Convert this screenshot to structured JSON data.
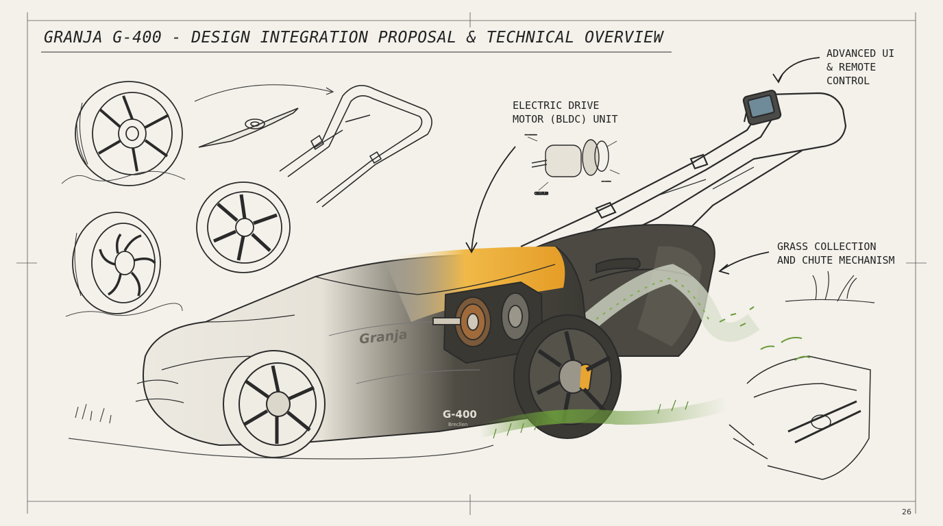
{
  "title": "GRANJA G-400 - DESIGN INTEGRATION PROPOSAL & TECHNICAL OVERVIEW",
  "callouts": {
    "ui": [
      "ADVANCED UI",
      "& REMOTE",
      "CONTROL"
    ],
    "motor": [
      "ELECTRIC DRIVE",
      "MOTOR (BLDC) UNIT"
    ],
    "grass": [
      "GRASS COLLECTION",
      "AND CHUTE MECHANISM"
    ]
  },
  "mower": {
    "brand": "Granja",
    "model": "G-400",
    "sub": "Brecllen"
  },
  "page_number": "26",
  "colors": {
    "paper": "#f3f1ea",
    "ink": "#2a2a2a",
    "accent": "#e8a532",
    "body_dark": "#4a4840",
    "grass": "#6a9a3a"
  }
}
